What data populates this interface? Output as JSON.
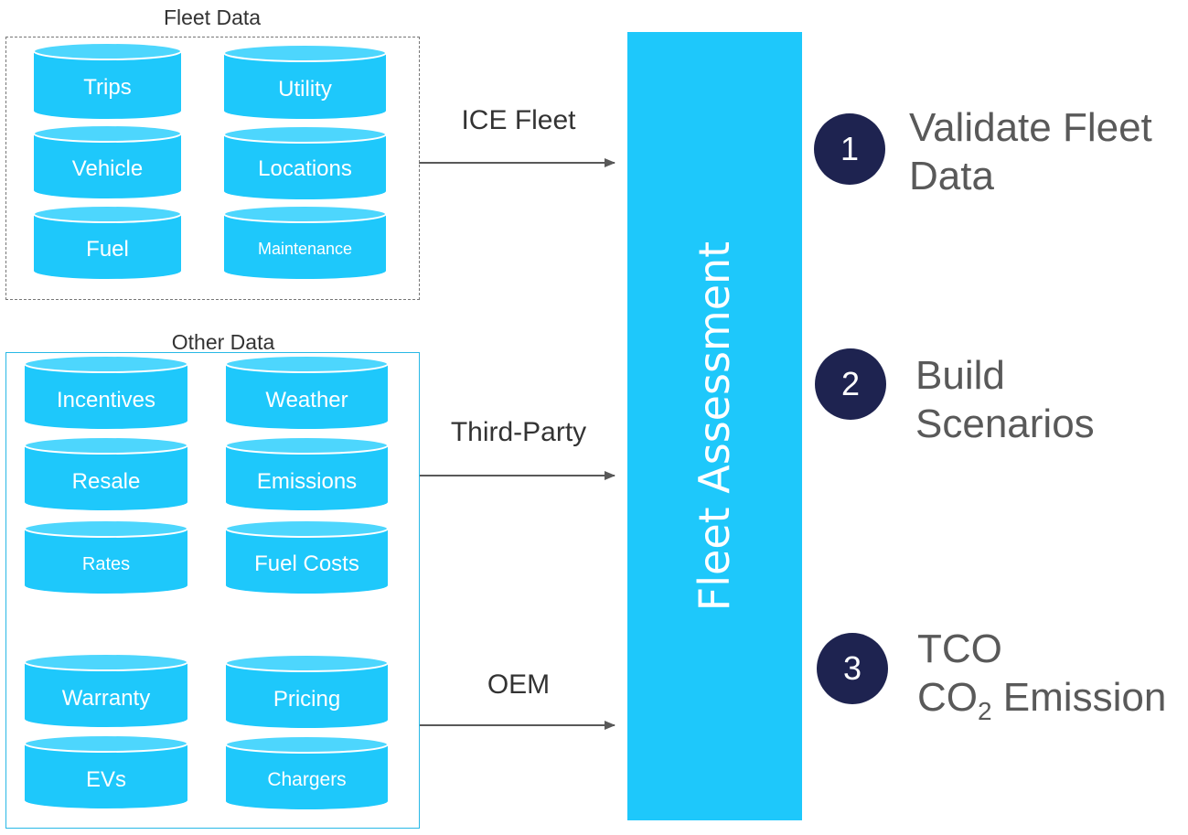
{
  "groups": {
    "fleet": {
      "title": "Fleet Data"
    },
    "other": {
      "title": "Other Data"
    }
  },
  "databases": {
    "trips": "Trips",
    "utility": "Utility",
    "vehicle": "Vehicle",
    "locations": "Locations",
    "fuel": "Fuel",
    "maintenance": "Maintenance",
    "incentives": "Incentives",
    "weather": "Weather",
    "resale": "Resale",
    "emissions": "Emissions",
    "rates": "Rates",
    "fuel_costs": "Fuel Costs",
    "warranty": "Warranty",
    "pricing": "Pricing",
    "evs": "EVs",
    "chargers": "Chargers"
  },
  "flows": {
    "ice_fleet": "ICE Fleet",
    "third_party": "Third-Party",
    "oem": "OEM"
  },
  "assessment": {
    "label": "Fleet Assessment"
  },
  "steps": [
    {
      "number": "1",
      "line1": "Validate Fleet",
      "line2": "Data"
    },
    {
      "number": "2",
      "line1": "Build",
      "line2": "Scenarios"
    },
    {
      "number": "3",
      "line1": "TCO",
      "line2_prefix": "CO",
      "line2_sub": "2",
      "line2_suffix": " Emission"
    }
  ],
  "colors": {
    "cylinder_fill": "#1ec8fb",
    "cylinder_top": "#4dd6fd",
    "assessment_bar": "#1ec8fb",
    "step_circle": "#1e2350",
    "arrow": "#595959"
  }
}
